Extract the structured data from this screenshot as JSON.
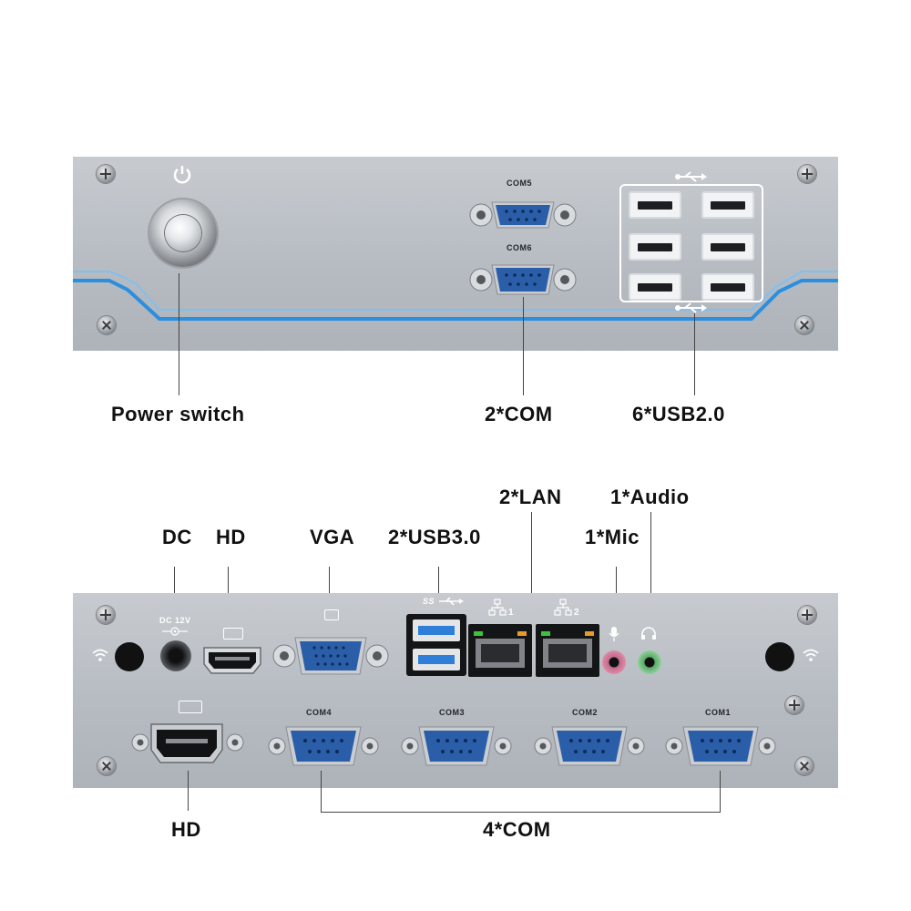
{
  "top_panel": {
    "port_labels": {
      "com5": "COM5",
      "com6": "COM6"
    },
    "callouts": {
      "power_switch": "Power switch",
      "com": "2*COM",
      "usb": "6*USB2.0"
    }
  },
  "bottom_panel": {
    "port_labels": {
      "dc12v": "DC 12V",
      "lan1": "1",
      "lan2": "2",
      "com4": "COM4",
      "com3": "COM3",
      "com2": "COM2",
      "com1": "COM1",
      "ss": "SS"
    },
    "callouts": {
      "dc": "DC",
      "hd_top": "HD",
      "vga": "VGA",
      "usb3": "2*USB3.0",
      "lan": "2*LAN",
      "audio": "1*Audio",
      "mic": "1*Mic",
      "hd_bottom": "HD",
      "com": "4*COM"
    }
  },
  "colors": {
    "accent_blue": "#2a8fe0",
    "panel_gray": "#b9bec4",
    "port_blue": "#2b5ea8"
  }
}
